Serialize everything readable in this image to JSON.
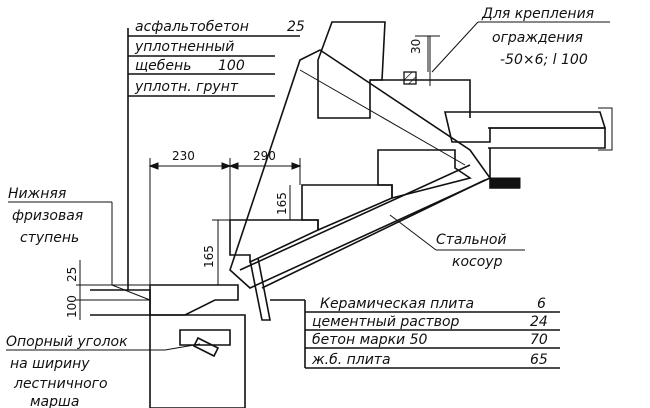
{
  "top_layers": [
    {
      "text": "асфальтобетон",
      "value": "25"
    },
    {
      "text": "уплотненный",
      "value": ""
    },
    {
      "text": "щебень",
      "value": "100"
    },
    {
      "text": "уплотн. грунт",
      "value": ""
    }
  ],
  "fastening_note": {
    "line1": "Для крепления",
    "line2": "ограждения",
    "line3": "-50×6; l 100",
    "dim": "30"
  },
  "bottom_layers": [
    {
      "text": "Керамическая плита",
      "value": "6"
    },
    {
      "text": "цементный раствор",
      "value": "24"
    },
    {
      "text": "бетон марки 50",
      "value": "70"
    },
    {
      "text": "ж.б. плита",
      "value": "65"
    }
  ],
  "labels": {
    "lower_step": [
      "Нижняя",
      "фризовая",
      "ступень"
    ],
    "stringer": [
      "Стальной",
      "косоур"
    ],
    "support_angle": [
      "Опорный уголок",
      "на ширину",
      "лестничного",
      "марша"
    ]
  },
  "dimensions": {
    "tread_1": "230",
    "tread_2": "290",
    "riser_1": "165",
    "riser_2": "165",
    "dim_25": "25",
    "dim_100": "100"
  }
}
